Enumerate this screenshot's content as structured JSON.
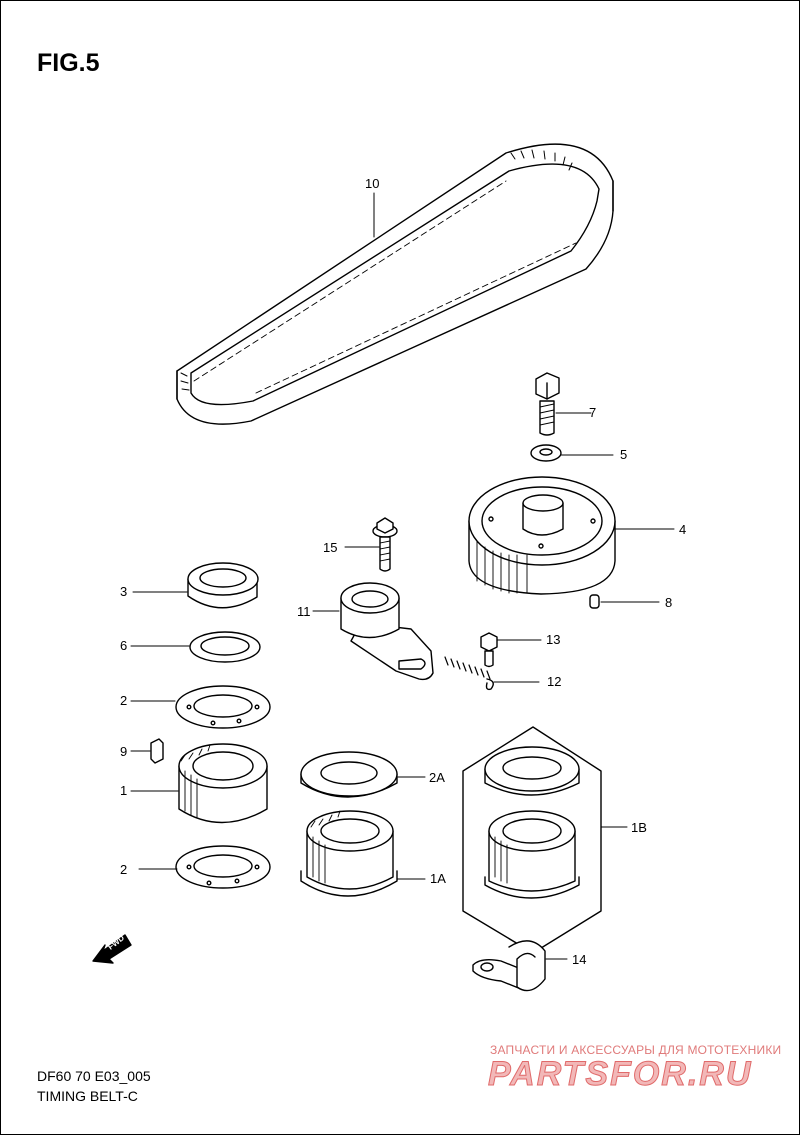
{
  "figure": {
    "title": "FIG.5"
  },
  "callouts": {
    "c10": "10",
    "c7": "7",
    "c5": "5",
    "c4": "4",
    "c15": "15",
    "c3": "3",
    "c11": "11",
    "c8": "8",
    "c13": "13",
    "c6": "6",
    "c12": "12",
    "c2a": "2",
    "c9": "9",
    "c2A": "2A",
    "c1": "1",
    "c1B": "1B",
    "c2b": "2",
    "c1A": "1A",
    "c14": "14"
  },
  "fwd_label": "FWD",
  "footer": {
    "code": "DF60 70 E03_005",
    "name": "TIMING BELT-C"
  },
  "watermark": {
    "tagline": "ЗАПЧАСТИ И АКСЕССУАРЫ ДЛЯ МОТОТЕХНИКИ",
    "brand": "PARTSFOR.RU"
  }
}
